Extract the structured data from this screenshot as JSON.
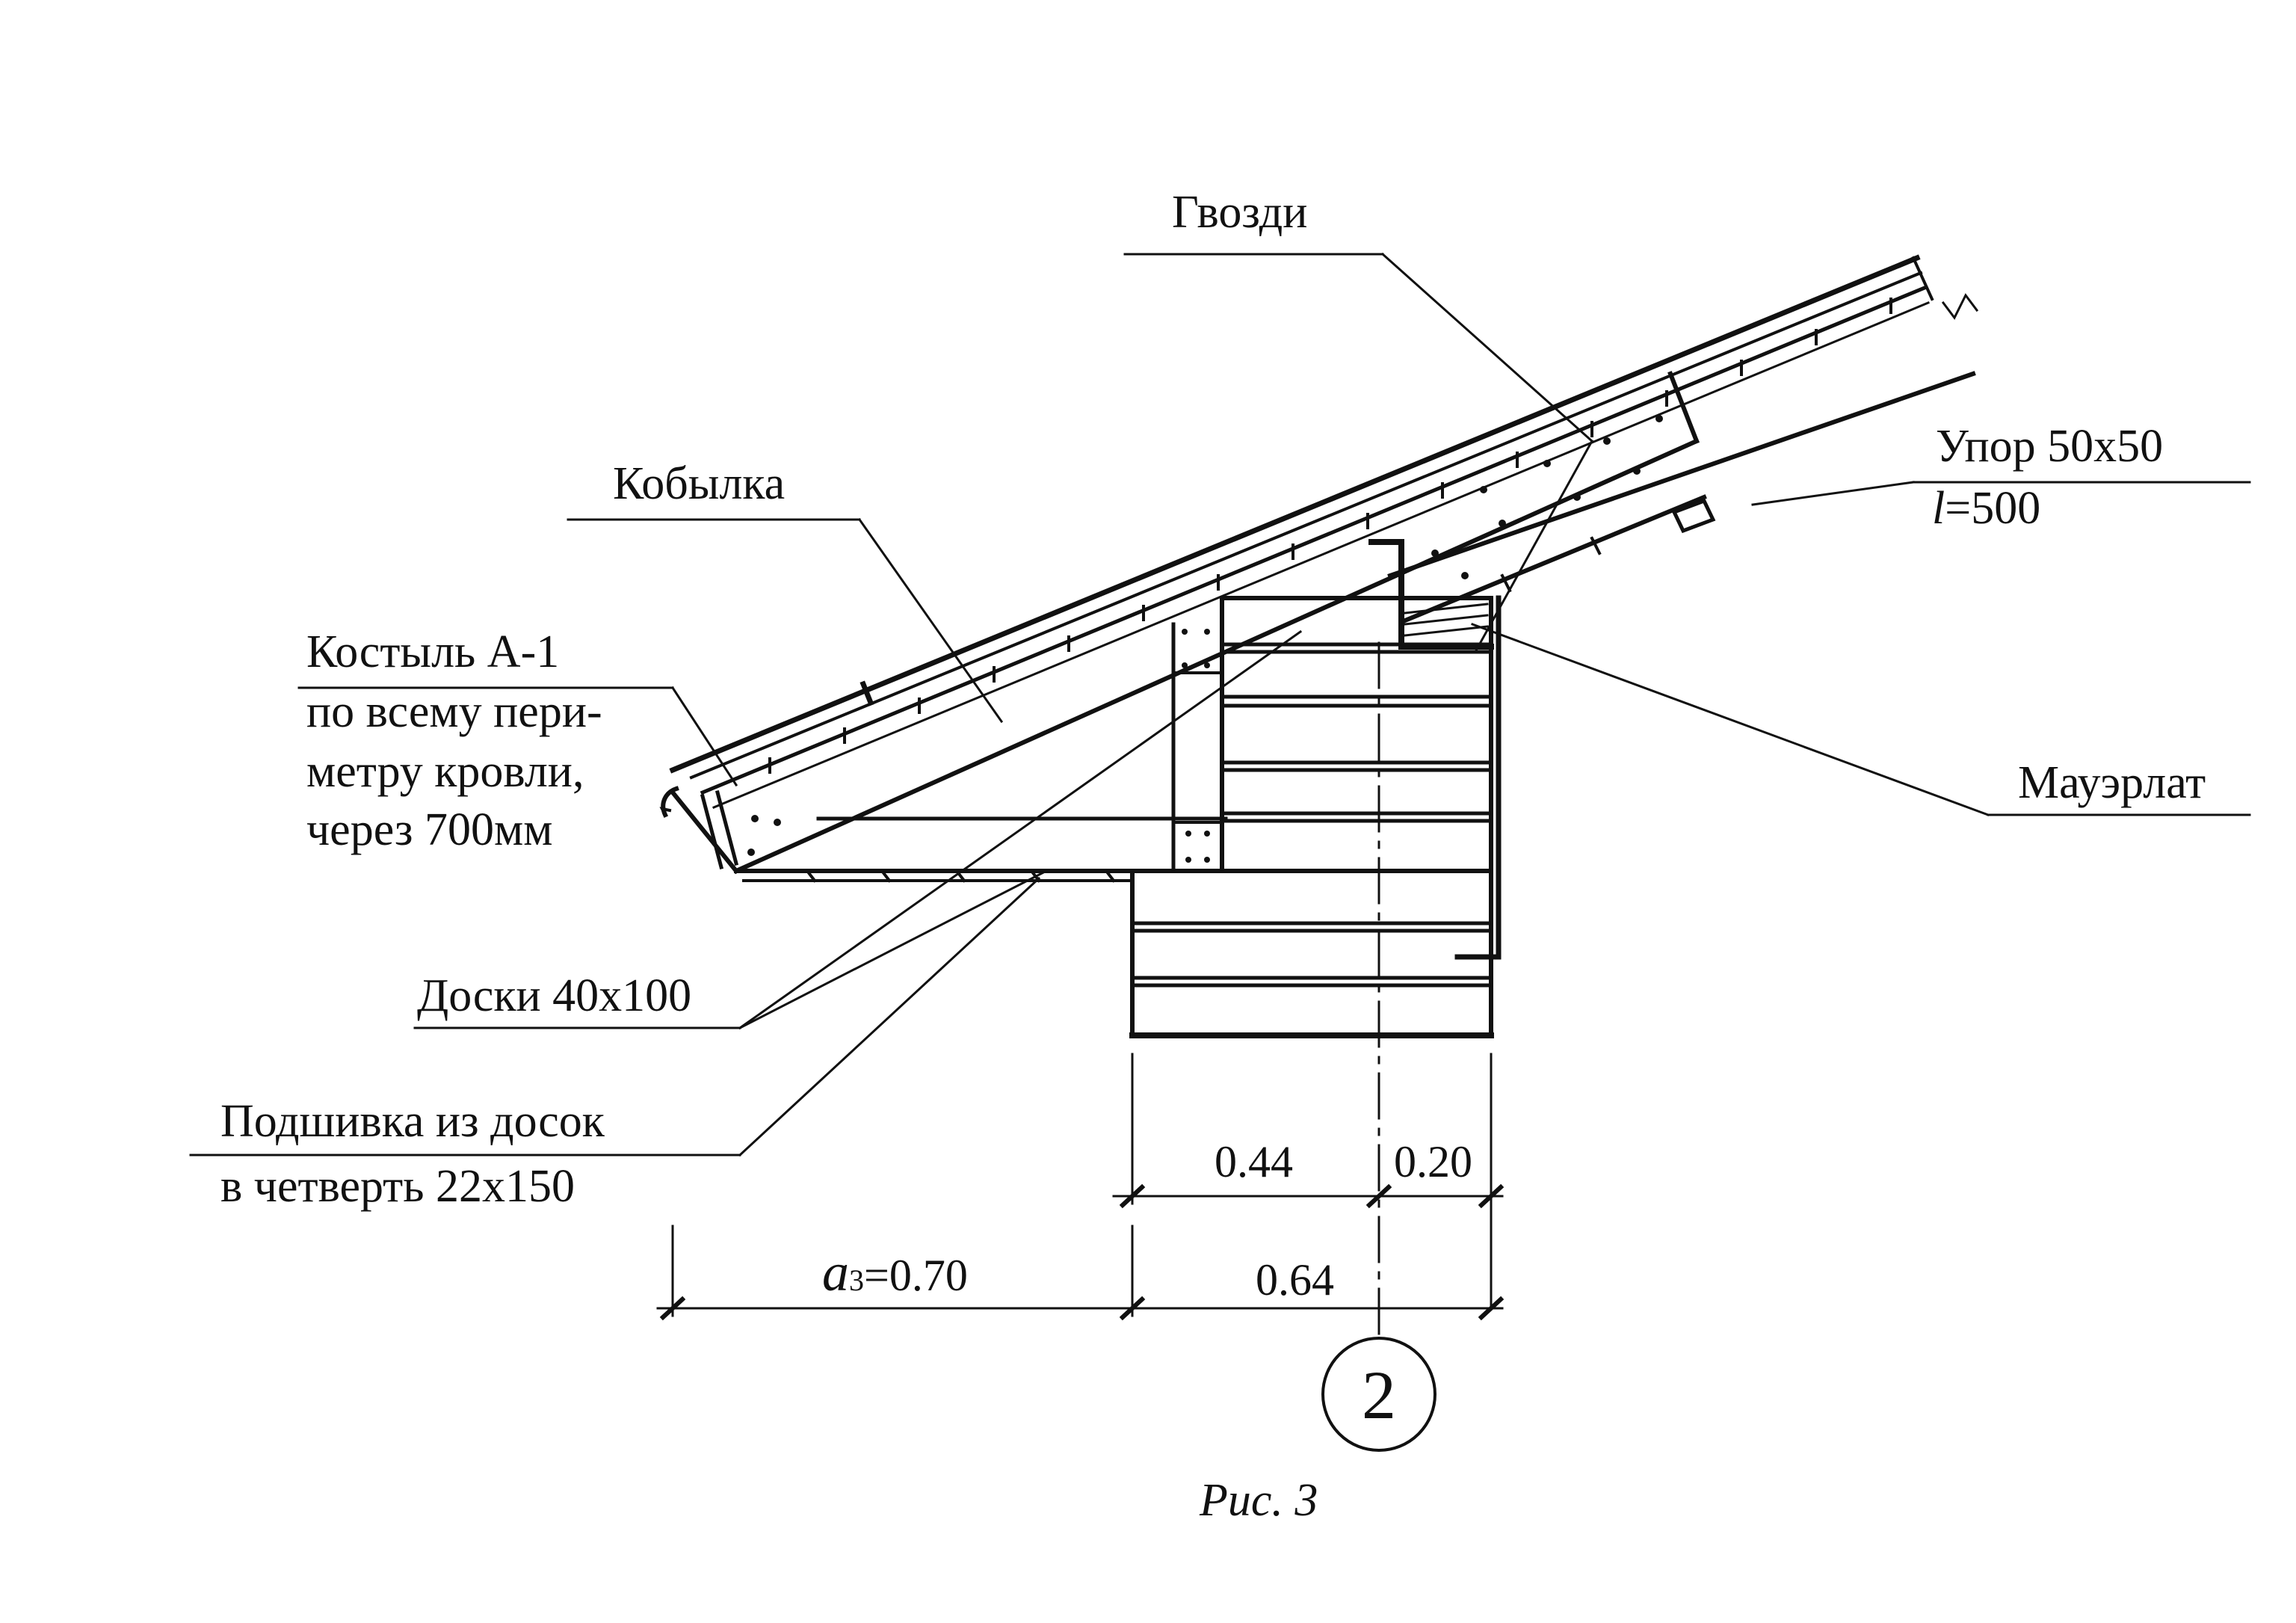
{
  "labels": {
    "nails": "Гвозди",
    "kobylka": "Кобылка",
    "stop_line1": "Упор 50х50",
    "stop_line2_letter": "l",
    "stop_line2_value": "=500",
    "crutch_line1": "Костыль А-1",
    "crutch_line2": "по всему пери-",
    "crutch_line3": "метру кровли,",
    "crutch_line4": "через 700мм",
    "mauerlat": "Мауэрлат",
    "boards": "Доски 40х100",
    "soffit_line1": "Подшивка из досок",
    "soffit_line2": "в четверть 22х150"
  },
  "dimensions": {
    "d044": "0.44",
    "d020": "0.20",
    "a3_letter": "a",
    "a3_sub": "3",
    "a3_value": "=0.70",
    "d064": "0.64"
  },
  "axis": {
    "number": "2"
  },
  "caption": "Рис. 3",
  "colors": {
    "ink": "#111111",
    "paper": "#ffffff"
  }
}
